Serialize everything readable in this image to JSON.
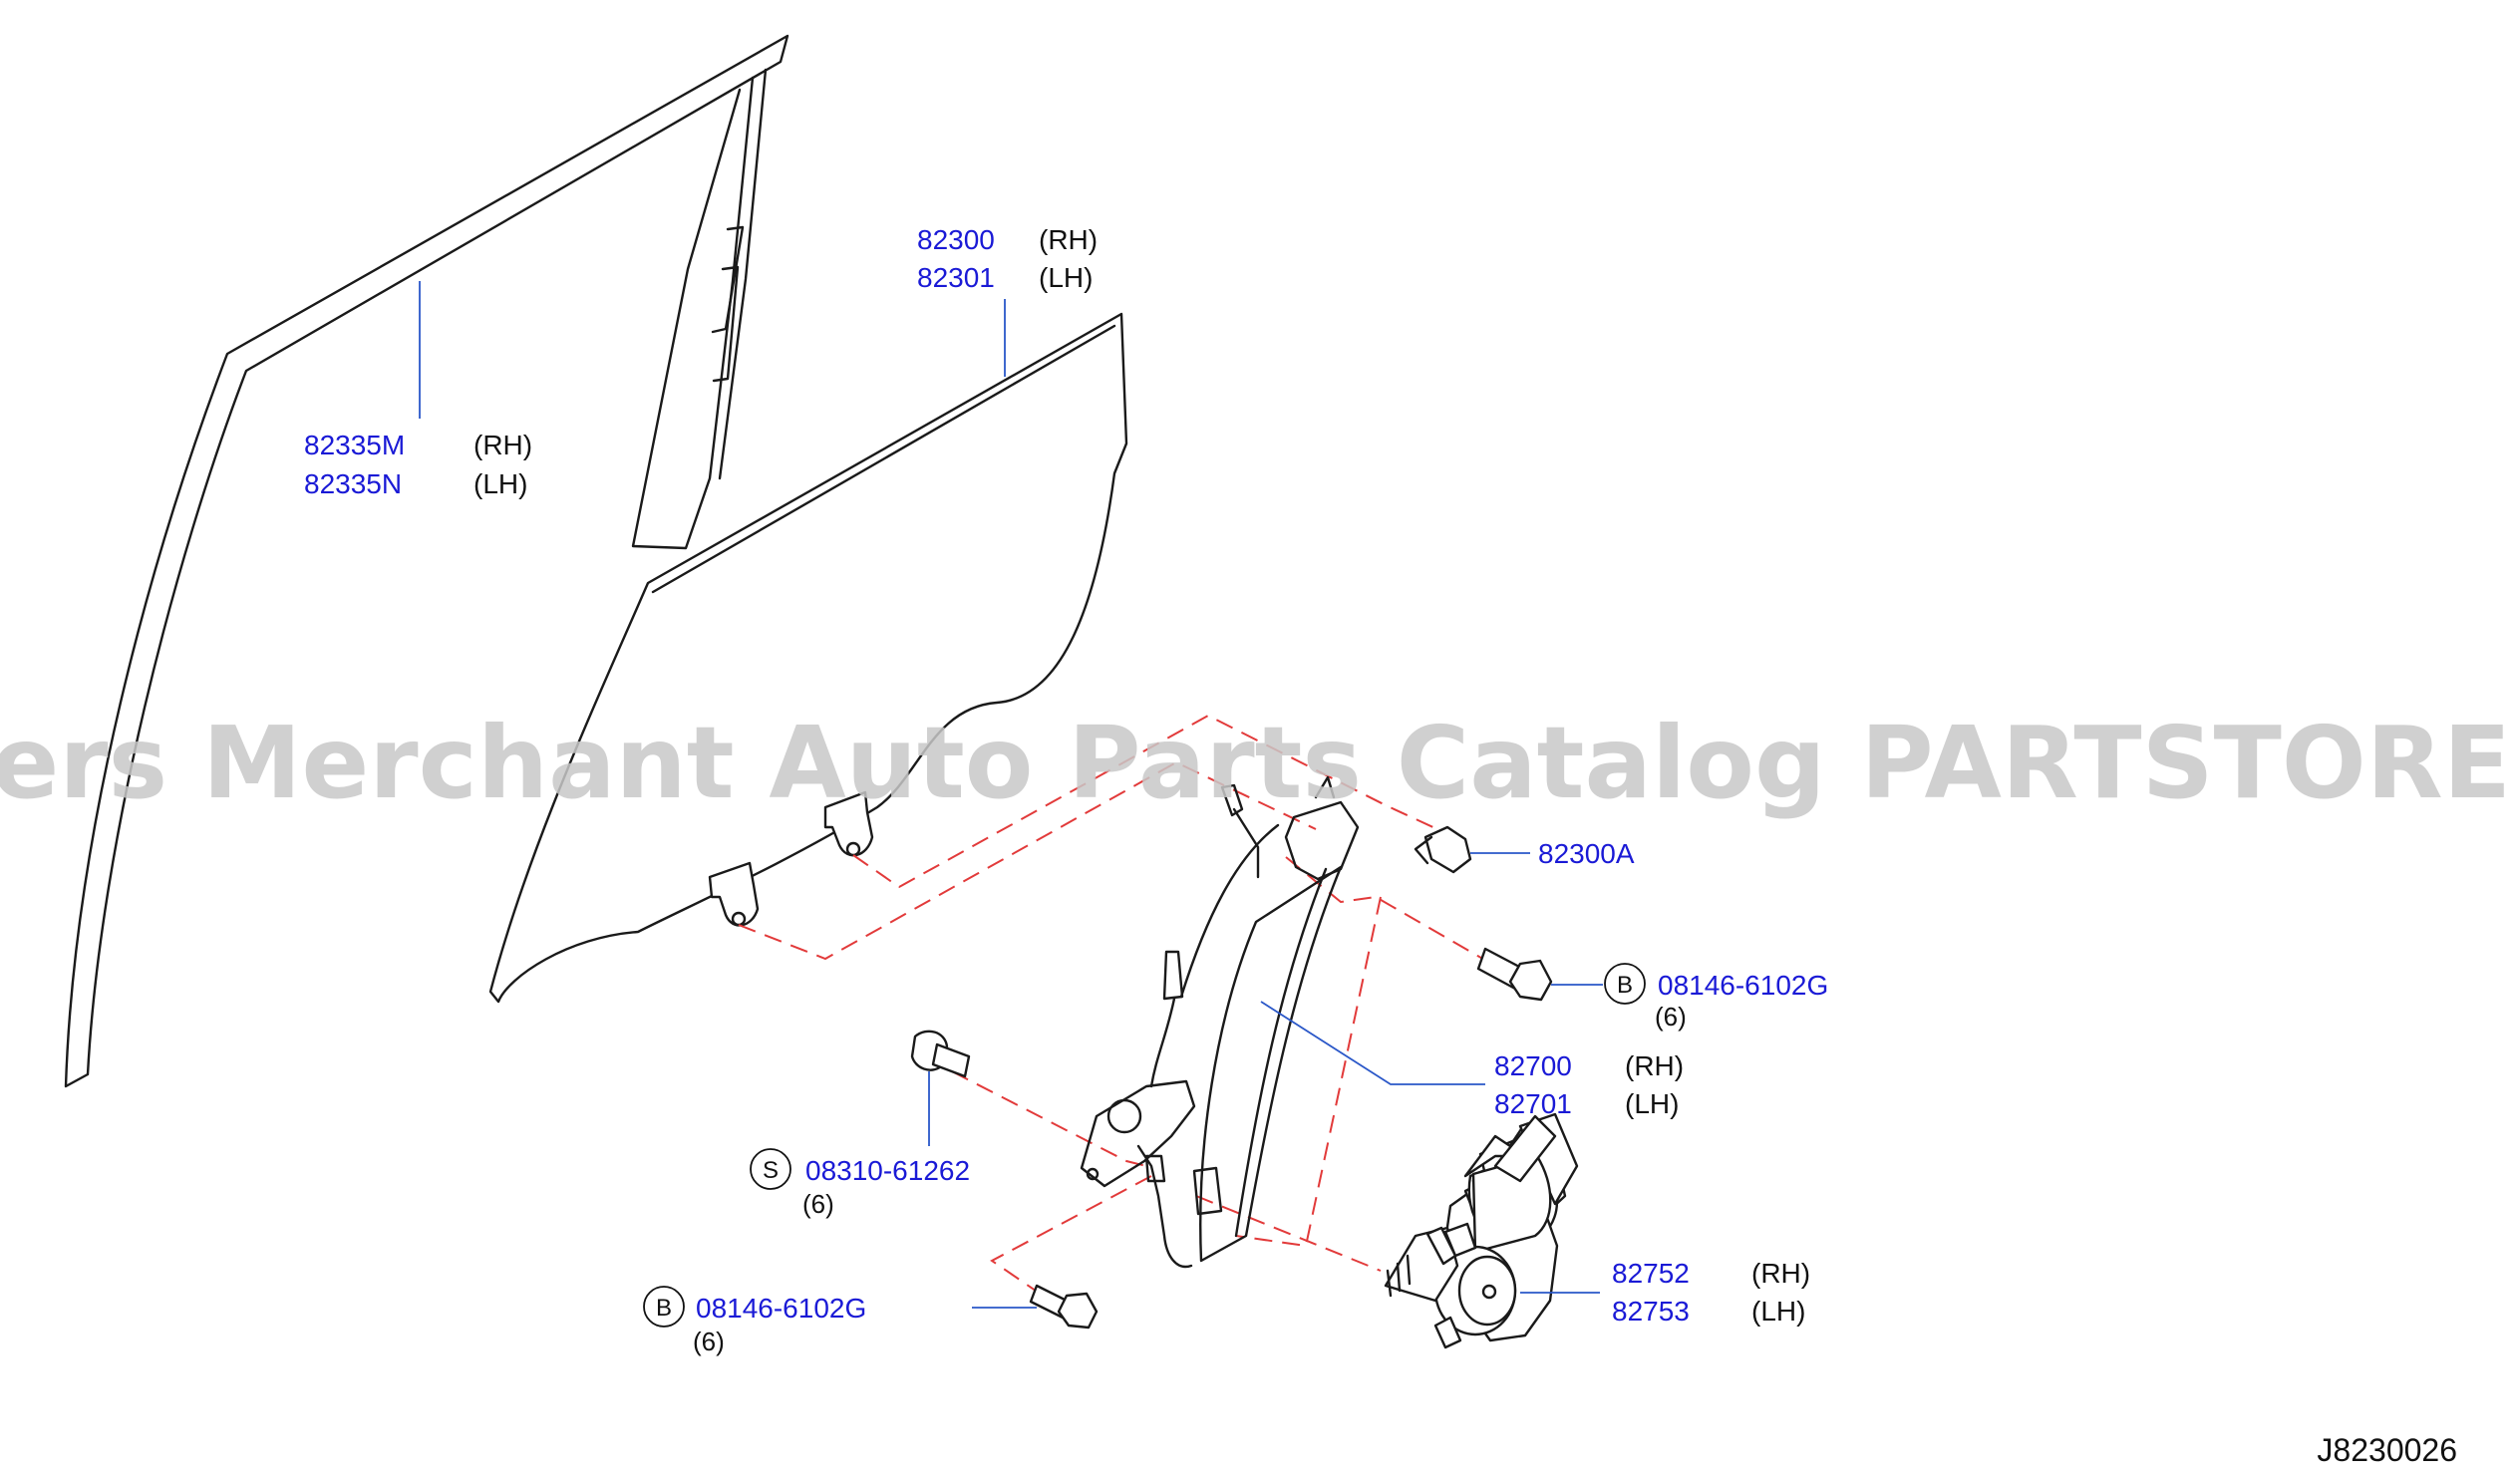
{
  "watermark": "Offers Merchant Auto Parts Catalog PARTSTORE.SA",
  "diagram_code": "J8230026",
  "colors": {
    "part_number": "#1a1ad6",
    "side_label": "#111111",
    "leader": "#2a57c8",
    "dashed_guide": "#e23a3a",
    "watermark": "#c8c8c8"
  },
  "callouts": {
    "weatherstrip": {
      "rh_number": "82335M",
      "rh_side": "(RH)",
      "lh_number": "82335N",
      "lh_side": "(LH)"
    },
    "glass": {
      "rh_number": "82300",
      "rh_side": "(RH)",
      "lh_number": "82301",
      "lh_side": "(LH)"
    },
    "glass_bolt": {
      "number": "82300A"
    },
    "regulator_bolt_upper": {
      "circle": "B",
      "number": "08146-6102G",
      "qty": "(6)"
    },
    "regulator": {
      "rh_number": "82700",
      "rh_side": "(RH)",
      "lh_number": "82701",
      "lh_side": "(LH)"
    },
    "screw": {
      "circle": "S",
      "number": "08310-61262",
      "qty": "(6)"
    },
    "regulator_bolt_lower": {
      "circle": "B",
      "number": "08146-6102G",
      "qty": "(6)"
    },
    "motor": {
      "rh_number": "82752",
      "rh_side": "(RH)",
      "lh_number": "82753",
      "lh_side": "(LH)"
    }
  }
}
